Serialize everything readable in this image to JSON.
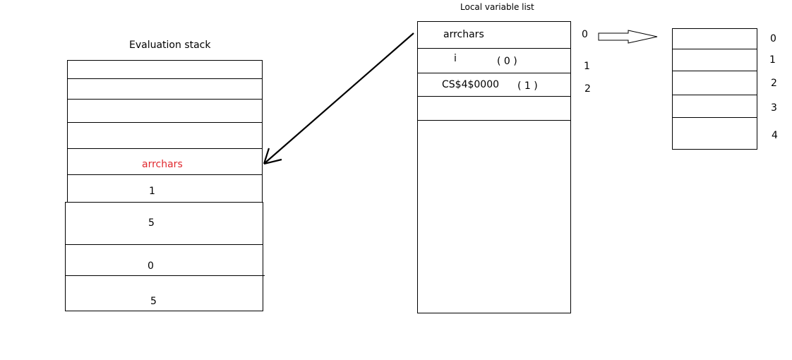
{
  "evaluation_stack": {
    "title": "Evaluation stack",
    "items": [
      "arrchars",
      "1",
      "5",
      "0",
      "5"
    ],
    "highlight_color": "#e0282e"
  },
  "local_variable_list": {
    "title": "Local variable list",
    "rows": [
      {
        "name": "arrchars",
        "value": ""
      },
      {
        "name": "i",
        "value": "( 0 )"
      },
      {
        "name": "CS$4$0000",
        "value": "( 1 )"
      }
    ],
    "indices": [
      "0",
      "1",
      "2"
    ]
  },
  "array": {
    "indices": [
      "0",
      "1",
      "2",
      "3",
      "4"
    ]
  }
}
